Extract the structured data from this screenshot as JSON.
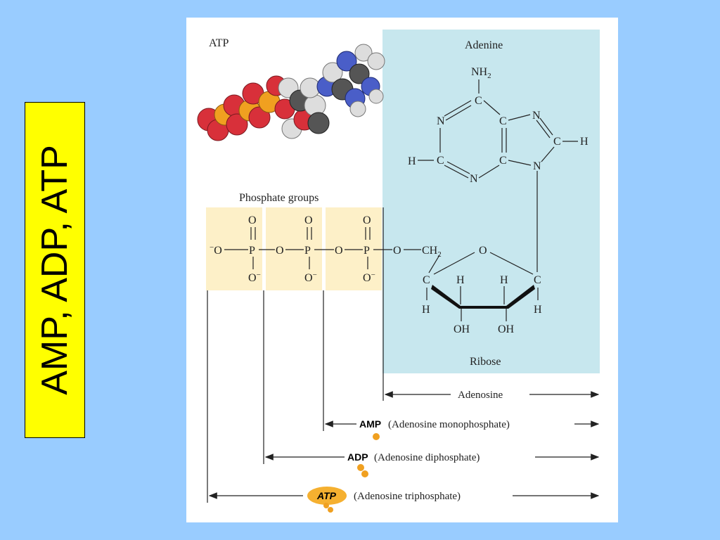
{
  "slide_title": "AMP, ADP, ATP",
  "figure": {
    "atp_model_label": "ATP",
    "adenine_label": "Adenine",
    "phosphate_groups_label": "Phosphate groups",
    "ribose_label": "Ribose",
    "adenosine_label": "Adenosine",
    "amp_abbr": "AMP",
    "amp_name": "(Adenosine monophosphate)",
    "adp_abbr": "ADP",
    "adp_name": "(Adenosine diphosphate)",
    "atp_abbr": "ATP",
    "atp_name": "(Adenosine triphosphate)",
    "atoms": {
      "nh2": "NH",
      "nh2_sub": "2",
      "oxygen": "O",
      "oxygen_minus": "O",
      "minus": "−",
      "phosphorus": "P",
      "carbon": "C",
      "nitrogen": "N",
      "hydrogen": "H",
      "ch2": "CH",
      "ch2_sub": "2",
      "hydroxyl": "OH"
    }
  },
  "colors": {
    "background": "#99ccff",
    "title_box": "#ffff00",
    "adenosine_panel": "#c7e7ee",
    "phosphate_panel": "#fdf0c8",
    "phosphorus_sphere": "#f0a020",
    "oxygen_sphere": "#d8303a",
    "carbon_sphere": "#555555",
    "nitrogen_sphere": "#4a5ec8",
    "hydrogen_sphere": "#dddddd"
  }
}
